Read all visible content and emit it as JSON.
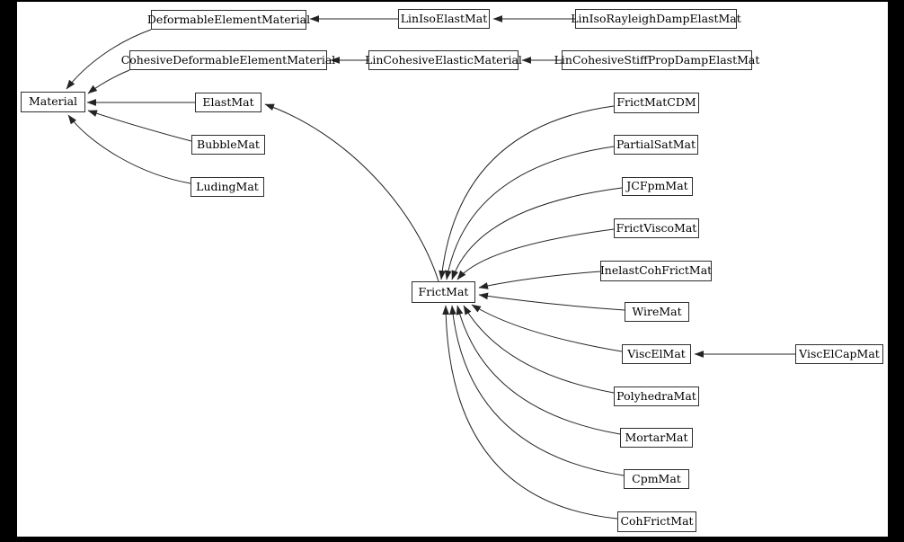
{
  "diagram_type": "class-inheritance-graph",
  "colors": {
    "page_background": "#000000",
    "canvas_background": "#ffffff",
    "box_border": "#2e2e2e",
    "edge": "#242424",
    "text": "#000000"
  },
  "nodes": {
    "material": {
      "label": "Material"
    },
    "deformableElementMaterial": {
      "label": "DeformableElementMaterial"
    },
    "cohesiveDeformableElementMaterial": {
      "label": "CohesiveDeformableElementMaterial"
    },
    "elastMat": {
      "label": "ElastMat"
    },
    "bubbleMat": {
      "label": "BubbleMat"
    },
    "ludingMat": {
      "label": "LudingMat"
    },
    "linIsoElastMat": {
      "label": "LinIsoElastMat"
    },
    "linIsoRayleighDampElastMat": {
      "label": "LinIsoRayleighDampElastMat"
    },
    "linCohesiveElasticMaterial": {
      "label": "LinCohesiveElasticMaterial"
    },
    "linCohesiveStiffPropDampElastMat": {
      "label": "LinCohesiveStiffPropDampElastMat"
    },
    "frictMat": {
      "label": "FrictMat"
    },
    "frictMatCDM": {
      "label": "FrictMatCDM"
    },
    "partialSatMat": {
      "label": "PartialSatMat"
    },
    "jcFpmMat": {
      "label": "JCFpmMat"
    },
    "frictViscoMat": {
      "label": "FrictViscoMat"
    },
    "inelastCohFrictMat": {
      "label": "InelastCohFrictMat"
    },
    "wireMat": {
      "label": "WireMat"
    },
    "viscElMat": {
      "label": "ViscElMat"
    },
    "viscElCapMat": {
      "label": "ViscElCapMat"
    },
    "polyhedraMat": {
      "label": "PolyhedraMat"
    },
    "mortarMat": {
      "label": "MortarMat"
    },
    "cpmMat": {
      "label": "CpmMat"
    },
    "cohFrictMat": {
      "label": "CohFrictMat"
    }
  },
  "edges": [
    {
      "from": "LinIsoElastMat",
      "to": "DeformableElementMaterial"
    },
    {
      "from": "LinIsoRayleighDampElastMat",
      "to": "LinIsoElastMat"
    },
    {
      "from": "LinCohesiveElasticMaterial",
      "to": "CohesiveDeformableElementMaterial"
    },
    {
      "from": "LinCohesiveStiffPropDampElastMat",
      "to": "LinCohesiveElasticMaterial"
    },
    {
      "from": "DeformableElementMaterial",
      "to": "Material"
    },
    {
      "from": "CohesiveDeformableElementMaterial",
      "to": "Material"
    },
    {
      "from": "ElastMat",
      "to": "Material"
    },
    {
      "from": "BubbleMat",
      "to": "Material"
    },
    {
      "from": "LudingMat",
      "to": "Material"
    },
    {
      "from": "FrictMat",
      "to": "ElastMat"
    },
    {
      "from": "FrictMatCDM",
      "to": "FrictMat"
    },
    {
      "from": "PartialSatMat",
      "to": "FrictMat"
    },
    {
      "from": "JCFpmMat",
      "to": "FrictMat"
    },
    {
      "from": "FrictViscoMat",
      "to": "FrictMat"
    },
    {
      "from": "InelastCohFrictMat",
      "to": "FrictMat"
    },
    {
      "from": "WireMat",
      "to": "FrictMat"
    },
    {
      "from": "ViscElMat",
      "to": "FrictMat"
    },
    {
      "from": "ViscElCapMat",
      "to": "ViscElMat"
    },
    {
      "from": "PolyhedraMat",
      "to": "FrictMat"
    },
    {
      "from": "MortarMat",
      "to": "FrictMat"
    },
    {
      "from": "CpmMat",
      "to": "FrictMat"
    },
    {
      "from": "CohFrictMat",
      "to": "FrictMat"
    }
  ]
}
